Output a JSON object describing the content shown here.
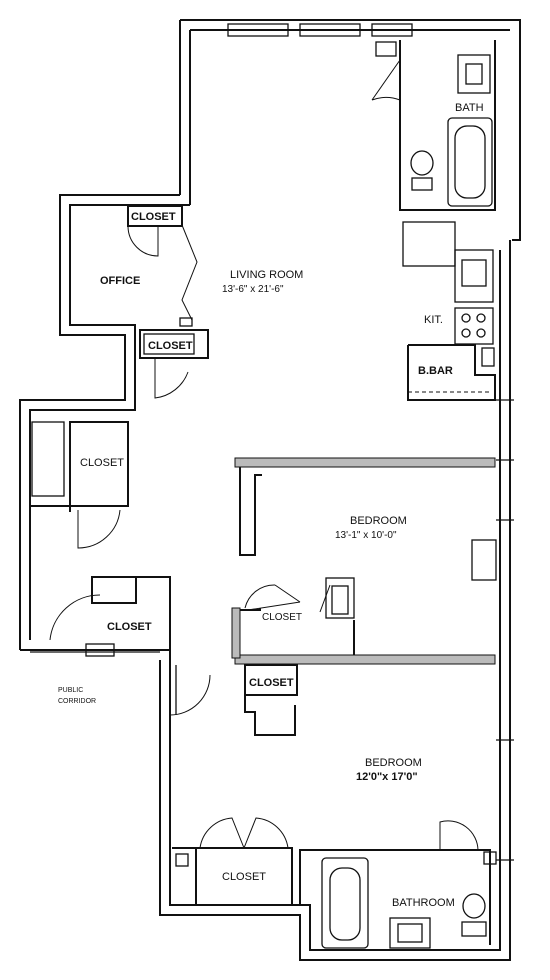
{
  "rooms": {
    "living_room": {
      "name": "LIVING ROOM",
      "dims": "13'-6\" x 21'-6\""
    },
    "office": {
      "name": "OFFICE"
    },
    "bath": {
      "name": "BATH"
    },
    "kitchen": {
      "name": "KIT."
    },
    "b_bar": {
      "name": "B.BAR"
    },
    "bedroom_1": {
      "name": "BEDROOM",
      "dims": "13'-1\" x 10'-0\""
    },
    "bedroom_2": {
      "name": "BEDROOM",
      "dims": "12'0\"x 17'0\""
    },
    "bathroom": {
      "name": "BATHROOM"
    }
  },
  "closets": {
    "office_closet": "CLOSET",
    "living_closet": "CLOSET",
    "hall_closet": "CLOSET",
    "entry_closet": "CLOSET",
    "bedroom1_closet": "CLOSET",
    "bedroom2_closet_a": "CLOSET",
    "bedroom2_closet_b": "CLOSET"
  },
  "corridor": {
    "line1": "PUBLIC",
    "line2": "CORRIDOR"
  }
}
